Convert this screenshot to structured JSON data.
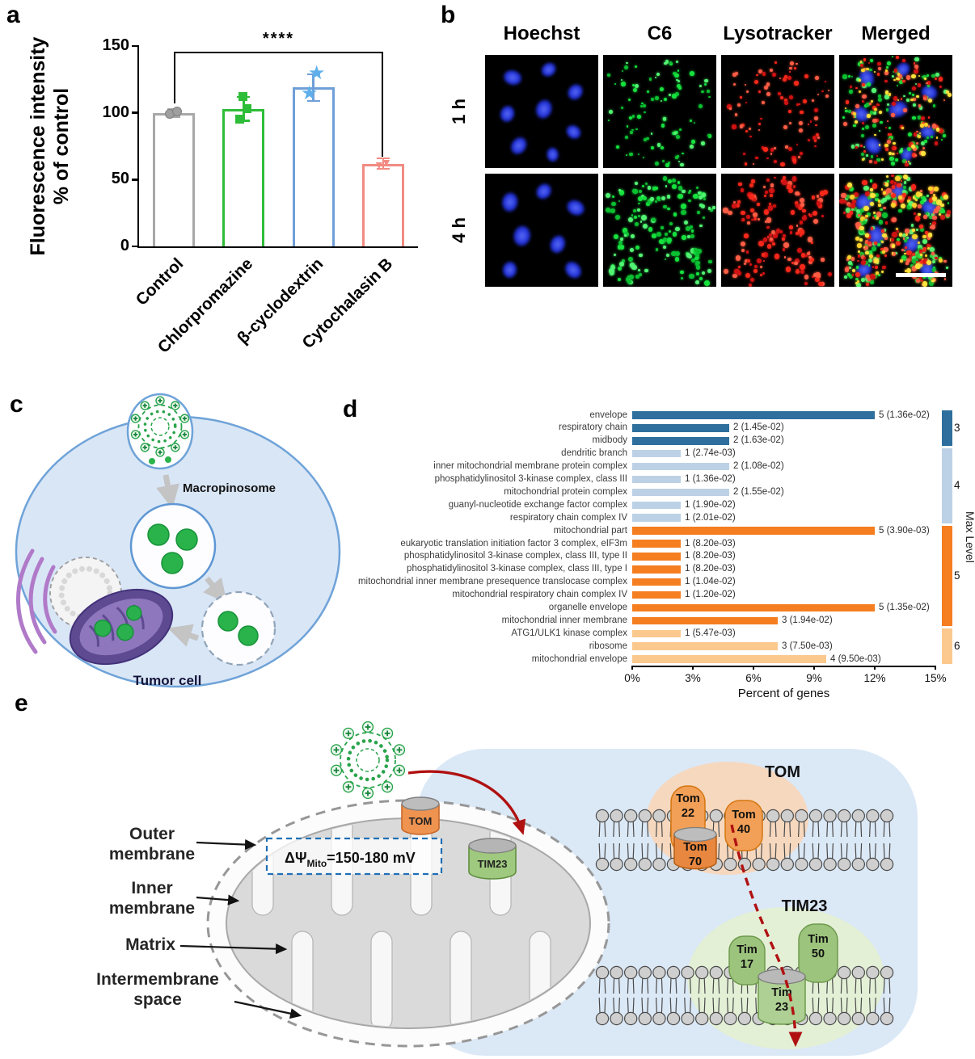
{
  "figure": {
    "panel_labels": {
      "a": "a",
      "b": "b",
      "c": "c",
      "d": "d",
      "e": "e"
    }
  },
  "chart_data": [
    {
      "id": "panel-a-endocytosis-inhibitors",
      "type": "bar",
      "ylabel_line1": "Fluorescence intensity",
      "ylabel_line2": "% of control",
      "categories": [
        "Control",
        "Chlorpromazine",
        "β-cyclodextrin",
        "Cytochalasin B"
      ],
      "values": [
        100,
        103,
        119,
        62
      ],
      "errors": [
        3,
        9,
        10,
        4
      ],
      "points": [
        [
          99,
          101
        ],
        [
          95,
          103,
          112
        ],
        [
          113,
          128
        ],
        [
          61,
          63
        ]
      ],
      "bar_colors": [
        "#a8a8a8",
        "#2ebd38",
        "#6f9fd8",
        "#f28b82"
      ],
      "marker_sh": [
        "circle",
        "square",
        "star",
        "triangle-down"
      ],
      "ylim": [
        0,
        150
      ],
      "yticks": [
        0,
        50,
        100,
        150
      ],
      "significance": {
        "label": "****",
        "from_index": 0,
        "to_index": 3
      },
      "grid": false,
      "legend": "none"
    },
    {
      "id": "panel-d-go-enrichment",
      "type": "bar",
      "orientation": "horizontal",
      "xlabel": "Percent of genes",
      "xlim": [
        0,
        15
      ],
      "xtick_labels": [
        "0%",
        "3%",
        "6%",
        "9%",
        "12%",
        "15%"
      ],
      "legend_title": "Max Level",
      "levels": [
        {
          "name": "3",
          "color": "#2e6f9e",
          "row_span": [
            0,
            2
          ]
        },
        {
          "name": "4",
          "color": "#bcd1e5",
          "row_span": [
            3,
            8
          ]
        },
        {
          "name": "5",
          "color": "#f57e20",
          "row_span": [
            9,
            16
          ]
        },
        {
          "name": "6",
          "color": "#fbc98e",
          "row_span": [
            17,
            19
          ]
        }
      ],
      "rows": [
        {
          "term": "envelope",
          "count": 5,
          "p": "1.36e-02",
          "percent": 12.0,
          "level": "3"
        },
        {
          "term": "respiratory chain",
          "count": 2,
          "p": "1.45e-02",
          "percent": 4.8,
          "level": "3"
        },
        {
          "term": "midbody",
          "count": 2,
          "p": "1.63e-02",
          "percent": 4.8,
          "level": "3"
        },
        {
          "term": "dendritic branch",
          "count": 1,
          "p": "2.74e-03",
          "percent": 2.4,
          "level": "4"
        },
        {
          "term": "inner mitochondrial membrane protein complex",
          "count": 2,
          "p": "1.08e-02",
          "percent": 4.8,
          "level": "4"
        },
        {
          "term": "phosphatidylinositol 3-kinase complex, class III",
          "count": 1,
          "p": "1.36e-02",
          "percent": 2.4,
          "level": "4"
        },
        {
          "term": "mitochondrial protein complex",
          "count": 2,
          "p": "1.55e-02",
          "percent": 4.8,
          "level": "4"
        },
        {
          "term": "guanyl-nucleotide exchange factor complex",
          "count": 1,
          "p": "1.90e-02",
          "percent": 2.4,
          "level": "4"
        },
        {
          "term": "respiratory chain complex IV",
          "count": 1,
          "p": "2.01e-02",
          "percent": 2.4,
          "level": "4"
        },
        {
          "term": "mitochondrial part",
          "count": 5,
          "p": "3.90e-03",
          "percent": 12.0,
          "level": "5"
        },
        {
          "term": "eukaryotic translation initiation factor 3 complex, eIF3m",
          "count": 1,
          "p": "8.20e-03",
          "percent": 2.4,
          "level": "5"
        },
        {
          "term": "phosphatidylinositol 3-kinase complex, class III, type II",
          "count": 1,
          "p": "8.20e-03",
          "percent": 2.4,
          "level": "5"
        },
        {
          "term": "phosphatidylinositol 3-kinase complex, class III, type I",
          "count": 1,
          "p": "8.20e-03",
          "percent": 2.4,
          "level": "5"
        },
        {
          "term": "mitochondrial inner membrane presequence translocase complex",
          "count": 1,
          "p": "1.04e-02",
          "percent": 2.4,
          "level": "5"
        },
        {
          "term": "mitochondrial respiratory chain complex IV",
          "count": 1,
          "p": "1.20e-02",
          "percent": 2.4,
          "level": "5"
        },
        {
          "term": "organelle envelope",
          "count": 5,
          "p": "1.35e-02",
          "percent": 12.0,
          "level": "5"
        },
        {
          "term": "mitochondrial inner membrane",
          "count": 3,
          "p": "1.94e-02",
          "percent": 7.2,
          "level": "5"
        },
        {
          "term": "ATG1/ULK1 kinase complex",
          "count": 1,
          "p": "5.47e-03",
          "percent": 2.4,
          "level": "6"
        },
        {
          "term": "ribosome",
          "count": 3,
          "p": "7.50e-03",
          "percent": 7.2,
          "level": "6"
        },
        {
          "term": "mitochondrial envelope",
          "count": 4,
          "p": "9.50e-03",
          "percent": 9.6,
          "level": "6"
        }
      ]
    }
  ],
  "panel_b": {
    "column_headers": [
      "Hoechst",
      "C6",
      "Lysotracker",
      "Merged"
    ],
    "row_headers": [
      "1 h",
      "4 h"
    ]
  },
  "panel_c": {
    "macropinosome_label": "Macropinosome",
    "tumor_cell_label": "Tumor cell"
  },
  "panel_e": {
    "outer_membrane": [
      "Outer",
      "membrane"
    ],
    "inner_membrane": [
      "Inner",
      "membrane"
    ],
    "matrix": "Matrix",
    "intermembrane_space": [
      "Intermembrane",
      "space"
    ],
    "membrane_potential": {
      "prefix": "ΔΨ",
      "sub": "Mito",
      "value": "=150-180 mV"
    },
    "tom_channel": "TOM",
    "tim23_channel": "TIM23",
    "tom_complex_title": "TOM",
    "tim23_complex_title": "TIM23",
    "tom22": [
      "Tom",
      "22"
    ],
    "tom40": [
      "Tom",
      "40"
    ],
    "tom70": [
      "Tom",
      "70"
    ],
    "tim17": [
      "Tim",
      "17"
    ],
    "tim50": [
      "Tim",
      "50"
    ],
    "tim23": [
      "Tim",
      "23"
    ]
  }
}
